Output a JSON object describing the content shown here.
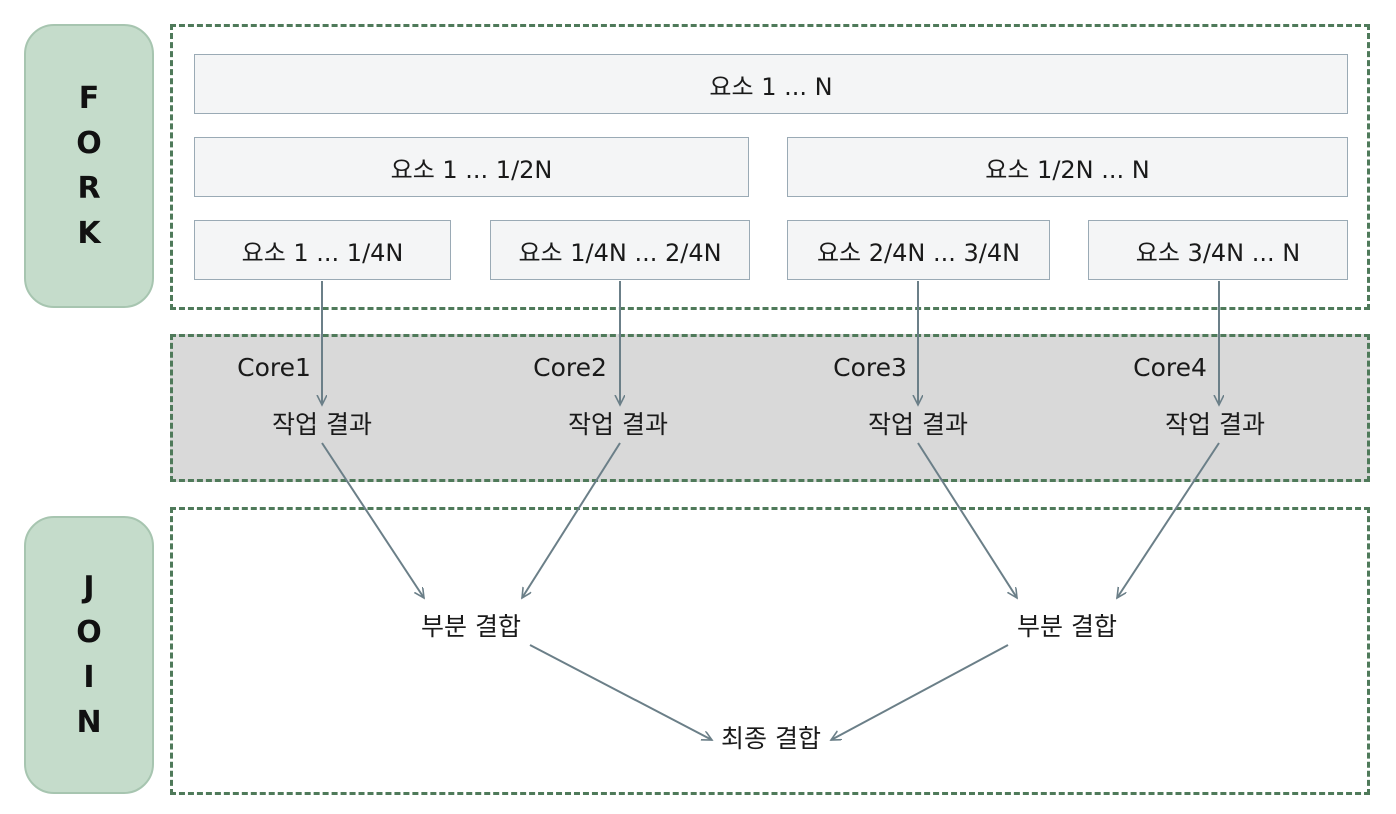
{
  "fork": {
    "letters": [
      "F",
      "O",
      "R",
      "K"
    ]
  },
  "join": {
    "letters": [
      "J",
      "O",
      "I",
      "N"
    ]
  },
  "elements": {
    "row1": "요소 1 ... N",
    "row2_left": "요소 1 ... 1/2N",
    "row2_right": "요소 1/2N ... N",
    "row3": [
      "요소 1 ... 1/4N",
      "요소 1/4N ... 2/4N",
      "요소 2/4N ... 3/4N",
      "요소 3/4N ... N"
    ]
  },
  "cores": [
    {
      "name": "Core1",
      "result": "작업 결과"
    },
    {
      "name": "Core2",
      "result": "작업 결과"
    },
    {
      "name": "Core3",
      "result": "작업 결과"
    },
    {
      "name": "Core4",
      "result": "작업 결과"
    }
  ],
  "partial": [
    "부분 결합",
    "부분 결합"
  ],
  "final": "최종 결합",
  "colors": {
    "label_fill": "#c5dccb",
    "frame_border": "#4f7a5a",
    "core_fill": "#d9d9d9",
    "arrow": "#6b7f88"
  }
}
